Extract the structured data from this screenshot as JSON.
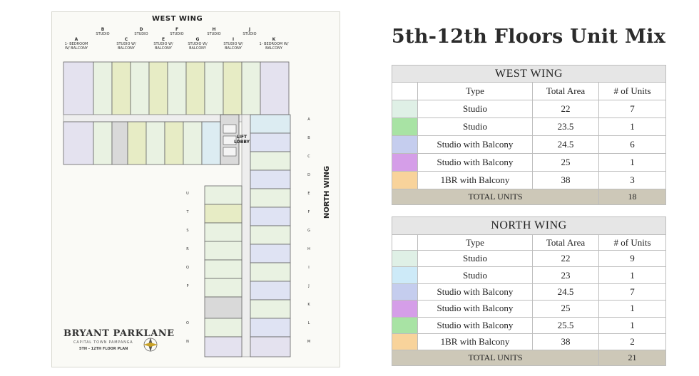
{
  "plan": {
    "west_wing": "WEST WING",
    "north_wing": "NORTH WING",
    "lift": "LIFT LOBBY",
    "brand": "BRYANT PARKLANE",
    "brand_sub": "CAPITAL TOWN PAMPANGA",
    "brand_plan": "5TH - 12TH FLOOR PLAN",
    "top_units": [
      {
        "letter": "A",
        "name": "1- BEDROOM W/ BALCONY"
      },
      {
        "letter": "B",
        "name": "STUDIO"
      },
      {
        "letter": "C",
        "name": "STUDIO W/ BALCONY"
      },
      {
        "letter": "D",
        "name": "STUDIO"
      },
      {
        "letter": "E",
        "name": "STUDIO W/ BALCONY"
      },
      {
        "letter": "F",
        "name": "STUDIO"
      },
      {
        "letter": "G",
        "name": "STUDIO W/ BALCONY"
      },
      {
        "letter": "H",
        "name": "STUDIO"
      },
      {
        "letter": "I",
        "name": "STUDIO W/ BALCONY"
      },
      {
        "letter": "J",
        "name": "STUDIO"
      },
      {
        "letter": "K",
        "name": "1- BEDROOM W/ BALCONY"
      }
    ],
    "right_units": [
      "A",
      "B",
      "C",
      "D",
      "E",
      "F",
      "G",
      "H",
      "I",
      "J",
      "K",
      "L",
      "M"
    ],
    "left_units": [
      "U",
      "T",
      "S",
      "R",
      "Q",
      "P",
      "O",
      "N"
    ]
  },
  "title": "5th-12th Floors Unit Mix",
  "west": {
    "heading": "WEST WING",
    "cols": [
      "Type",
      "Total Area",
      "# of Units"
    ],
    "rows": [
      {
        "color": "#dff0e6",
        "type": "Studio",
        "area": "22",
        "units": "7"
      },
      {
        "color": "#a8e3a4",
        "type": "Studio",
        "area": "23.5",
        "units": "1"
      },
      {
        "color": "#c5cdee",
        "type": "Studio with Balcony",
        "area": "24.5",
        "units": "6"
      },
      {
        "color": "#d59ee8",
        "type": "Studio with Balcony",
        "area": "25",
        "units": "1"
      },
      {
        "color": "#f8d39b",
        "type": "1BR with Balcony",
        "area": "38",
        "units": "3"
      }
    ],
    "total_label": "TOTAL UNITS",
    "total": "18"
  },
  "north": {
    "heading": "NORTH WING",
    "cols": [
      "Type",
      "Total Area",
      "# of Units"
    ],
    "rows": [
      {
        "color": "#dff0e6",
        "type": "Studio",
        "area": "22",
        "units": "9"
      },
      {
        "color": "#cdeaf8",
        "type": "Studio",
        "area": "23",
        "units": "1"
      },
      {
        "color": "#c5cdee",
        "type": "Studio with Balcony",
        "area": "24.5",
        "units": "7"
      },
      {
        "color": "#d59ee8",
        "type": "Studio with Balcony",
        "area": "25",
        "units": "1"
      },
      {
        "color": "#a8e3a4",
        "type": "Studio with Balcony",
        "area": "25.5",
        "units": "1"
      },
      {
        "color": "#f8d39b",
        "type": "1BR with Balcony",
        "area": "38",
        "units": "2"
      }
    ],
    "total_label": "TOTAL UNITS",
    "total": "21"
  }
}
